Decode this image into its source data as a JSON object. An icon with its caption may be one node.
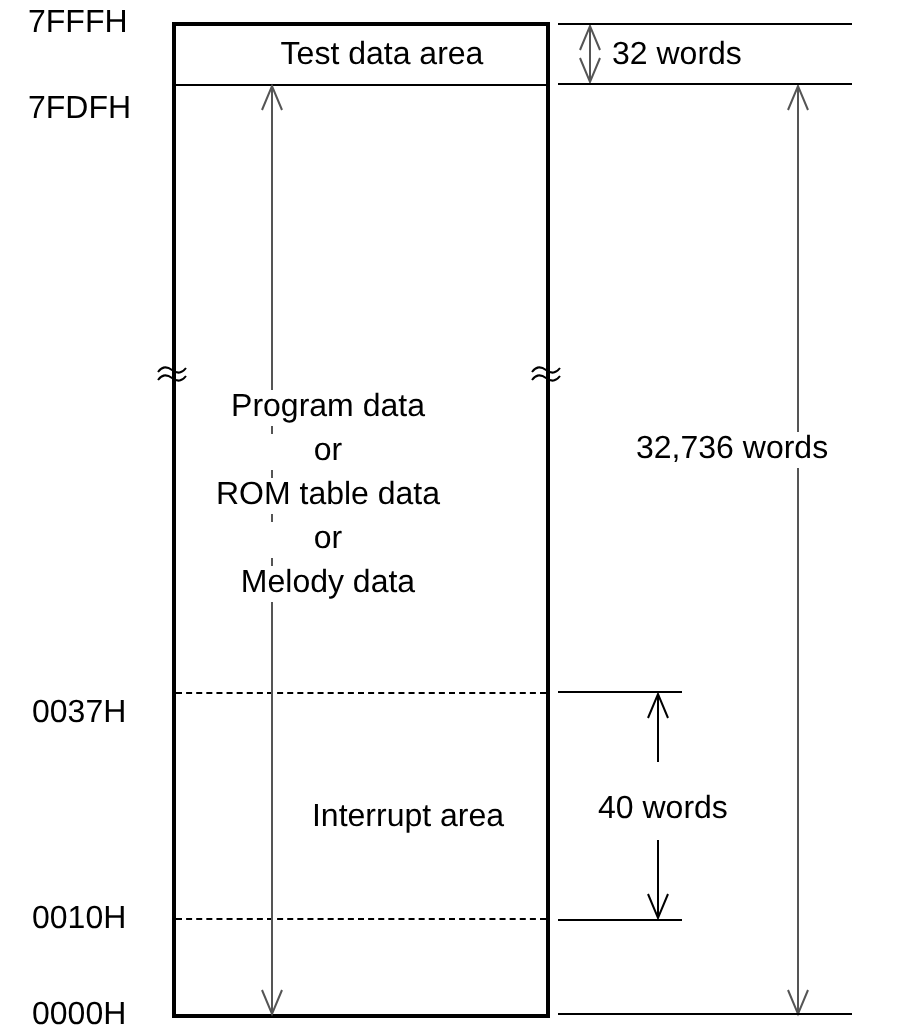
{
  "diagram": {
    "nodes": [
      {
        "text": [
          "Test data area"
        ]
      },
      {
        "text": [
          "Program data",
          "or",
          "ROM table data",
          "or",
          "Melody data"
        ]
      },
      {
        "text": [
          "Interrupt area"
        ]
      }
    ],
    "edges": [],
    "labels": [
      "7FFFH",
      "32 words",
      "7FDFH",
      "32,736 words",
      "0037H",
      "40 words",
      "0010H",
      "0000H"
    ]
  }
}
